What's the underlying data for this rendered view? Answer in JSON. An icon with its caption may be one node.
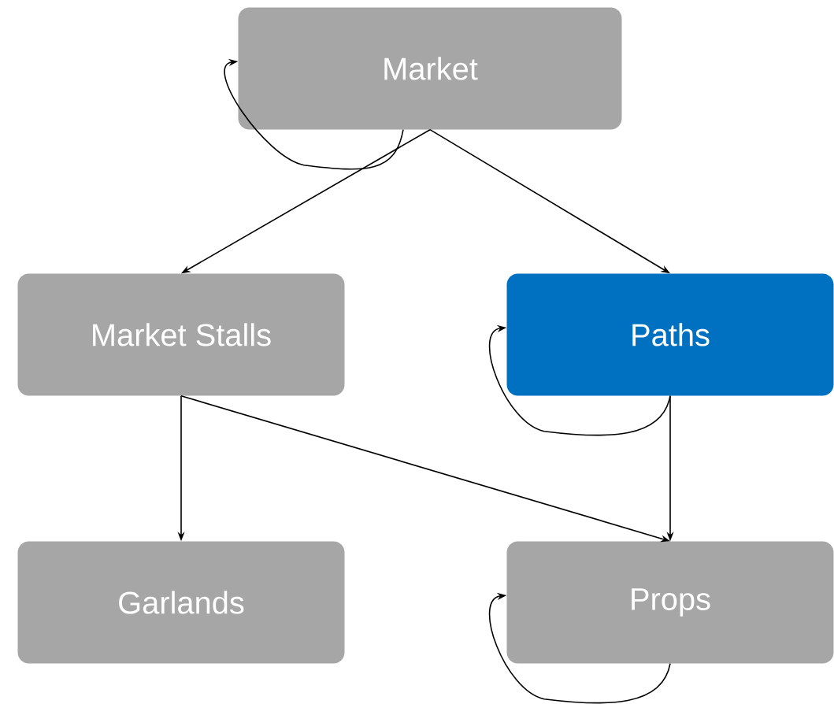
{
  "diagram": {
    "nodes": [
      {
        "text": [
          "Market"
        ]
      },
      {
        "text": [
          "Market Stalls"
        ]
      },
      {
        "text": [
          "Paths"
        ]
      },
      {
        "text": [
          "Garlands"
        ]
      },
      {
        "text": [
          "Props"
        ]
      }
    ],
    "edges": [
      {
        "from": 0,
        "to": 0,
        "arrow": "to"
      },
      {
        "from": 0,
        "to": 1,
        "arrow": "to"
      },
      {
        "from": 0,
        "to": 2,
        "arrow": "to"
      },
      {
        "from": 2,
        "to": 2,
        "arrow": "to"
      },
      {
        "from": 1,
        "to": 3,
        "arrow": "to"
      },
      {
        "from": 1,
        "to": 4,
        "arrow": "to"
      },
      {
        "from": 2,
        "to": 4,
        "arrow": "to"
      },
      {
        "from": 4,
        "to": 4,
        "arrow": "to"
      }
    ]
  }
}
